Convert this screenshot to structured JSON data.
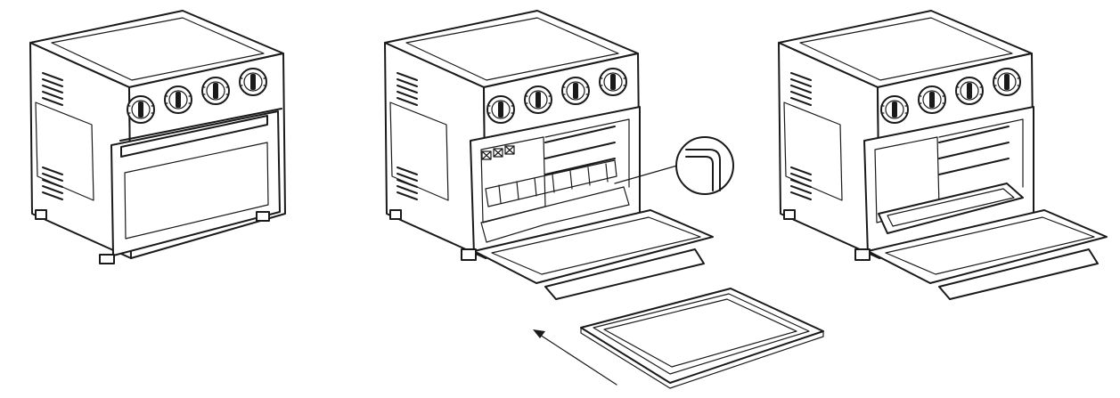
{
  "figure": {
    "panels": [
      {
        "id": "oven-closed",
        "door": "closed",
        "rack": "none"
      },
      {
        "id": "oven-open-with-rack",
        "door": "open",
        "rack": "wire-rack",
        "detail_callout": true
      },
      {
        "id": "oven-open-with-pan",
        "door": "open",
        "rack": "baking-pan"
      }
    ],
    "separate_part": "baking-pan",
    "arrow": "insert-pan",
    "colors": {
      "line": "#1a1a1a",
      "background": "#ffffff"
    }
  }
}
